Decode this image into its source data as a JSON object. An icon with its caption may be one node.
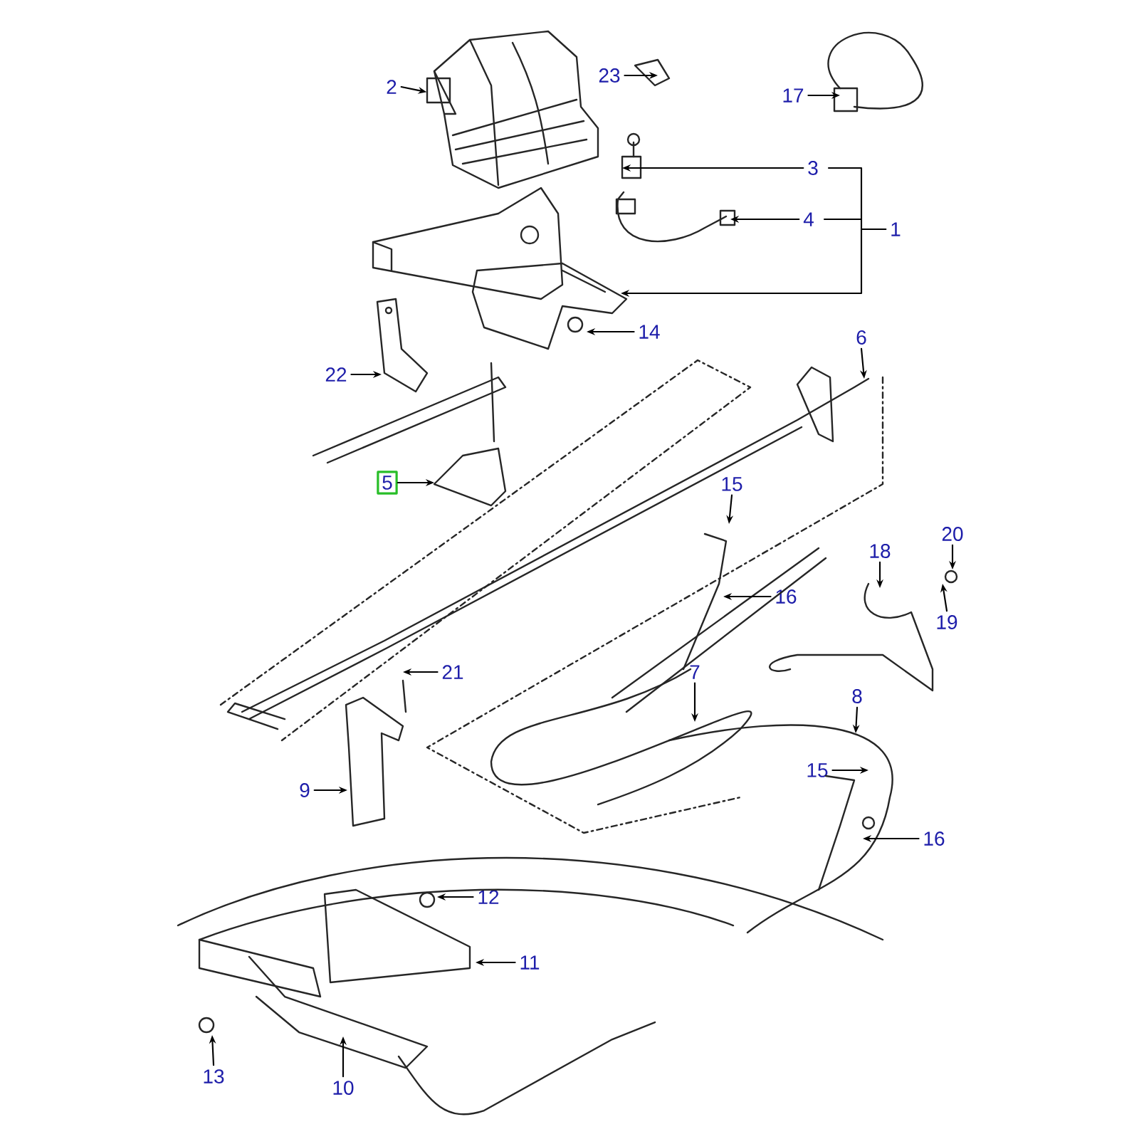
{
  "diagram": {
    "nodes": [
      {
        "text": [
          "2"
        ]
      },
      {
        "text": [
          "23"
        ]
      },
      {
        "text": [
          "17"
        ]
      },
      {
        "text": [
          "3"
        ]
      },
      {
        "text": [
          "4"
        ]
      },
      {
        "text": [
          "1"
        ]
      },
      {
        "text": [
          "14"
        ]
      },
      {
        "text": [
          "22"
        ]
      },
      {
        "text": [
          "6"
        ]
      },
      {
        "text": [
          "5"
        ]
      },
      {
        "text": [
          "15"
        ]
      },
      {
        "text": [
          "18"
        ]
      },
      {
        "text": [
          "20"
        ]
      },
      {
        "text": [
          "16"
        ]
      },
      {
        "text": [
          "19"
        ]
      },
      {
        "text": [
          "7"
        ]
      },
      {
        "text": [
          "21"
        ]
      },
      {
        "text": [
          "8"
        ]
      },
      {
        "text": [
          "9"
        ]
      },
      {
        "text": [
          "15"
        ]
      },
      {
        "text": [
          "16"
        ]
      },
      {
        "text": [
          "12"
        ]
      },
      {
        "text": [
          "11"
        ]
      },
      {
        "text": [
          "13"
        ]
      },
      {
        "text": [
          "10"
        ]
      },
      {
        "text": [],
        "shape": "picture"
      }
    ],
    "edges": [
      {
        "from": 0,
        "to": 25,
        "arrow": "to"
      },
      {
        "from": 1,
        "to": null,
        "arrow": "to"
      },
      {
        "from": 2,
        "to": null,
        "arrow": "to"
      },
      {
        "from": 3,
        "to": null,
        "arrow": "to"
      },
      {
        "from": 4,
        "to": null,
        "arrow": "to"
      },
      {
        "from": 5,
        "to": null,
        "arrow": "to"
      },
      {
        "from": 6,
        "to": null,
        "arrow": "to"
      },
      {
        "from": 7,
        "to": null,
        "arrow": "to"
      },
      {
        "from": 8,
        "to": null,
        "arrow": "to"
      },
      {
        "from": 9,
        "to": null,
        "arrow": "to"
      },
      {
        "from": 10,
        "to": null,
        "arrow": "to"
      },
      {
        "from": 11,
        "to": null,
        "arrow": "to"
      },
      {
        "from": 12,
        "to": null,
        "arrow": "to"
      },
      {
        "from": 13,
        "to": null,
        "arrow": "to"
      },
      {
        "from": 14,
        "to": null,
        "arrow": "to"
      },
      {
        "from": 15,
        "to": null,
        "arrow": "to"
      },
      {
        "from": 16,
        "to": null,
        "arrow": "to"
      },
      {
        "from": 17,
        "to": null,
        "arrow": "to"
      },
      {
        "from": 18,
        "to": null,
        "arrow": "to"
      },
      {
        "from": 19,
        "to": null,
        "arrow": "to"
      },
      {
        "from": 20,
        "to": null,
        "arrow": "to"
      },
      {
        "from": 21,
        "to": null,
        "arrow": "to"
      },
      {
        "from": 22,
        "to": null,
        "arrow": "to"
      },
      {
        "from": 23,
        "to": null,
        "arrow": "to"
      },
      {
        "from": 24,
        "to": null,
        "arrow": "to"
      }
    ]
  }
}
